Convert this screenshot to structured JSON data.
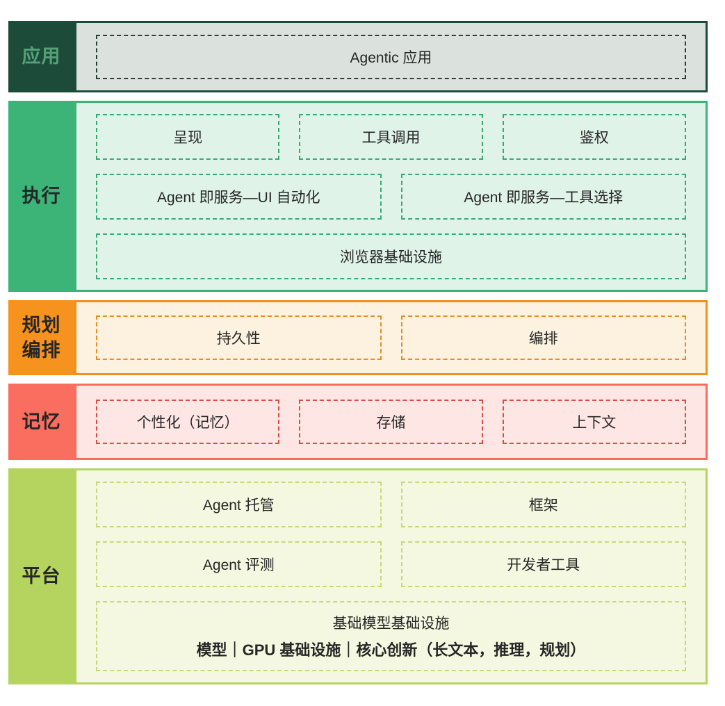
{
  "layers": [
    {
      "id": "application",
      "label": "应用",
      "colors": {
        "sidebar": "#1d4b39",
        "sidebar_text": "#55a178",
        "content_bg": "#dbe2de",
        "box_border": "#2a3f35"
      },
      "box_rows": [
        [
          {
            "label": "Agentic 应用"
          }
        ]
      ]
    },
    {
      "id": "execution",
      "label": "执行",
      "colors": {
        "sidebar": "#3cb478",
        "content_bg": "#e0f3e9",
        "box_border": "#3aa875"
      },
      "box_rows": [
        [
          {
            "label": "呈现"
          },
          {
            "label": "工具调用"
          },
          {
            "label": "鉴权"
          }
        ],
        [
          {
            "label": "Agent 即服务—UI 自动化"
          },
          {
            "label": "Agent 即服务—工具选择"
          }
        ],
        [
          {
            "label": "浏览器基础设施"
          }
        ]
      ]
    },
    {
      "id": "planning-orchestration",
      "label": "规划\n编排",
      "colors": {
        "sidebar": "#f6921e",
        "content_bg": "#fdf1e0",
        "box_border": "#e78c28"
      },
      "box_rows": [
        [
          {
            "label": "持久性"
          },
          {
            "label": "编排"
          }
        ]
      ]
    },
    {
      "id": "memory",
      "label": "记忆",
      "colors": {
        "sidebar": "#f96e5e",
        "content_bg": "#fde6e3",
        "box_border": "#d64f44"
      },
      "box_rows": [
        [
          {
            "label": "个性化（记忆）"
          },
          {
            "label": "存储"
          },
          {
            "label": "上下文"
          }
        ]
      ]
    },
    {
      "id": "platform",
      "label": "平台",
      "colors": {
        "sidebar": "#b4d45f",
        "content_bg": "#f5f8e0",
        "box_border": "#c8d67d"
      },
      "box_rows": [
        [
          {
            "label": "Agent 托管"
          },
          {
            "label": "框架"
          }
        ],
        [
          {
            "label": "Agent 评测"
          },
          {
            "label": "开发者工具"
          }
        ],
        [
          {
            "label": "基础模型基础设施",
            "sublabel": "模型｜GPU 基础设施｜核心创新（长文本，推理，规划）"
          }
        ]
      ]
    }
  ]
}
